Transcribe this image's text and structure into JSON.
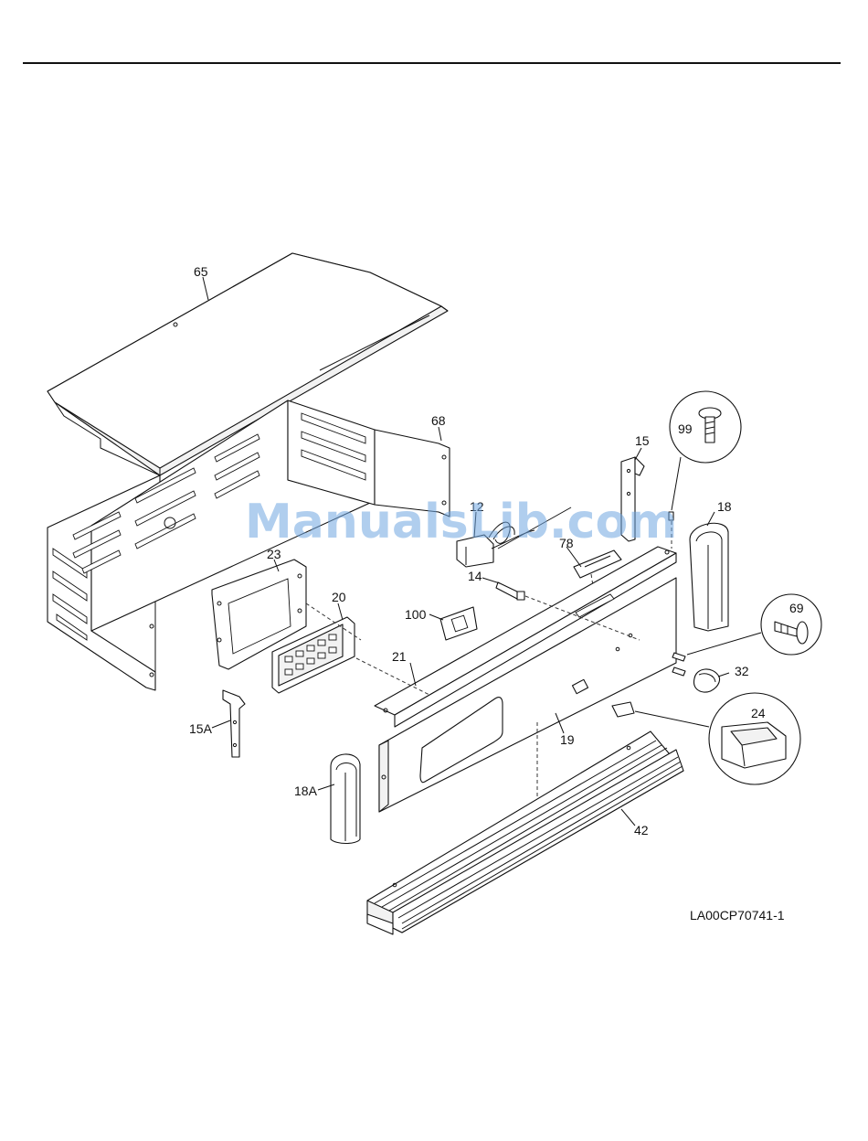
{
  "watermark": "ManualsLib.com",
  "drawing_code": "LA00CP70741-1",
  "parts": [
    {
      "id": "65",
      "label": "65"
    },
    {
      "id": "68",
      "label": "68"
    },
    {
      "id": "99",
      "label": "99"
    },
    {
      "id": "15",
      "label": "15"
    },
    {
      "id": "12",
      "label": "12"
    },
    {
      "id": "18",
      "label": "18"
    },
    {
      "id": "78",
      "label": "78"
    },
    {
      "id": "23",
      "label": "23"
    },
    {
      "id": "14",
      "label": "14"
    },
    {
      "id": "20",
      "label": "20"
    },
    {
      "id": "69",
      "label": "69"
    },
    {
      "id": "100",
      "label": "100"
    },
    {
      "id": "21",
      "label": "21"
    },
    {
      "id": "32",
      "label": "32"
    },
    {
      "id": "24",
      "label": "24"
    },
    {
      "id": "15A",
      "label": "15A"
    },
    {
      "id": "19",
      "label": "19"
    },
    {
      "id": "18A",
      "label": "18A"
    },
    {
      "id": "42",
      "label": "42"
    }
  ]
}
